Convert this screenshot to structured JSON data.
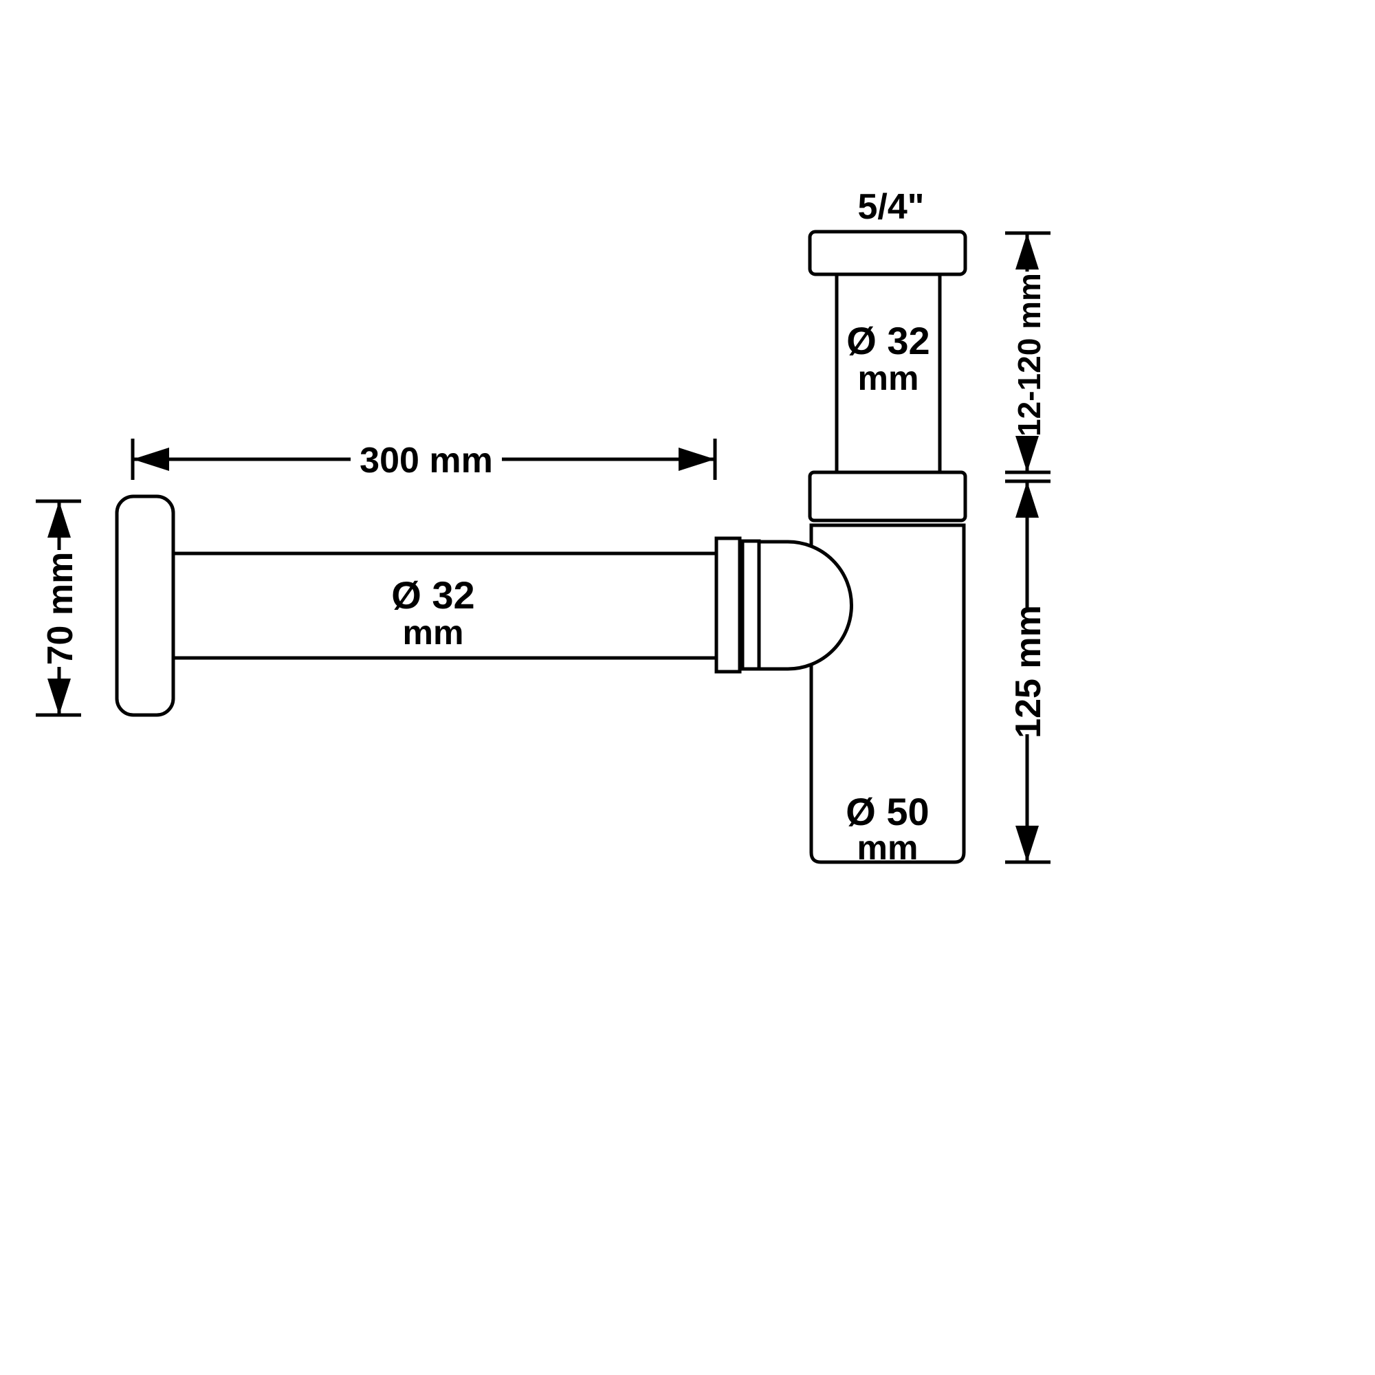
{
  "drawing": {
    "colors": {
      "line": "#000000",
      "background": "#ffffff"
    },
    "labels": {
      "thread": "5/4\"",
      "inlet_dia": "Ø 32",
      "inlet_dia_unit": "mm",
      "pipe_dia": "Ø 32",
      "pipe_dia_unit": "mm",
      "body_dia": "Ø 50",
      "body_dia_unit": "mm"
    },
    "dimensions": {
      "length": "300 mm",
      "flange_height": "70 mm",
      "adjustable_height": "12-120 mm",
      "body_height": "125 mm"
    }
  }
}
